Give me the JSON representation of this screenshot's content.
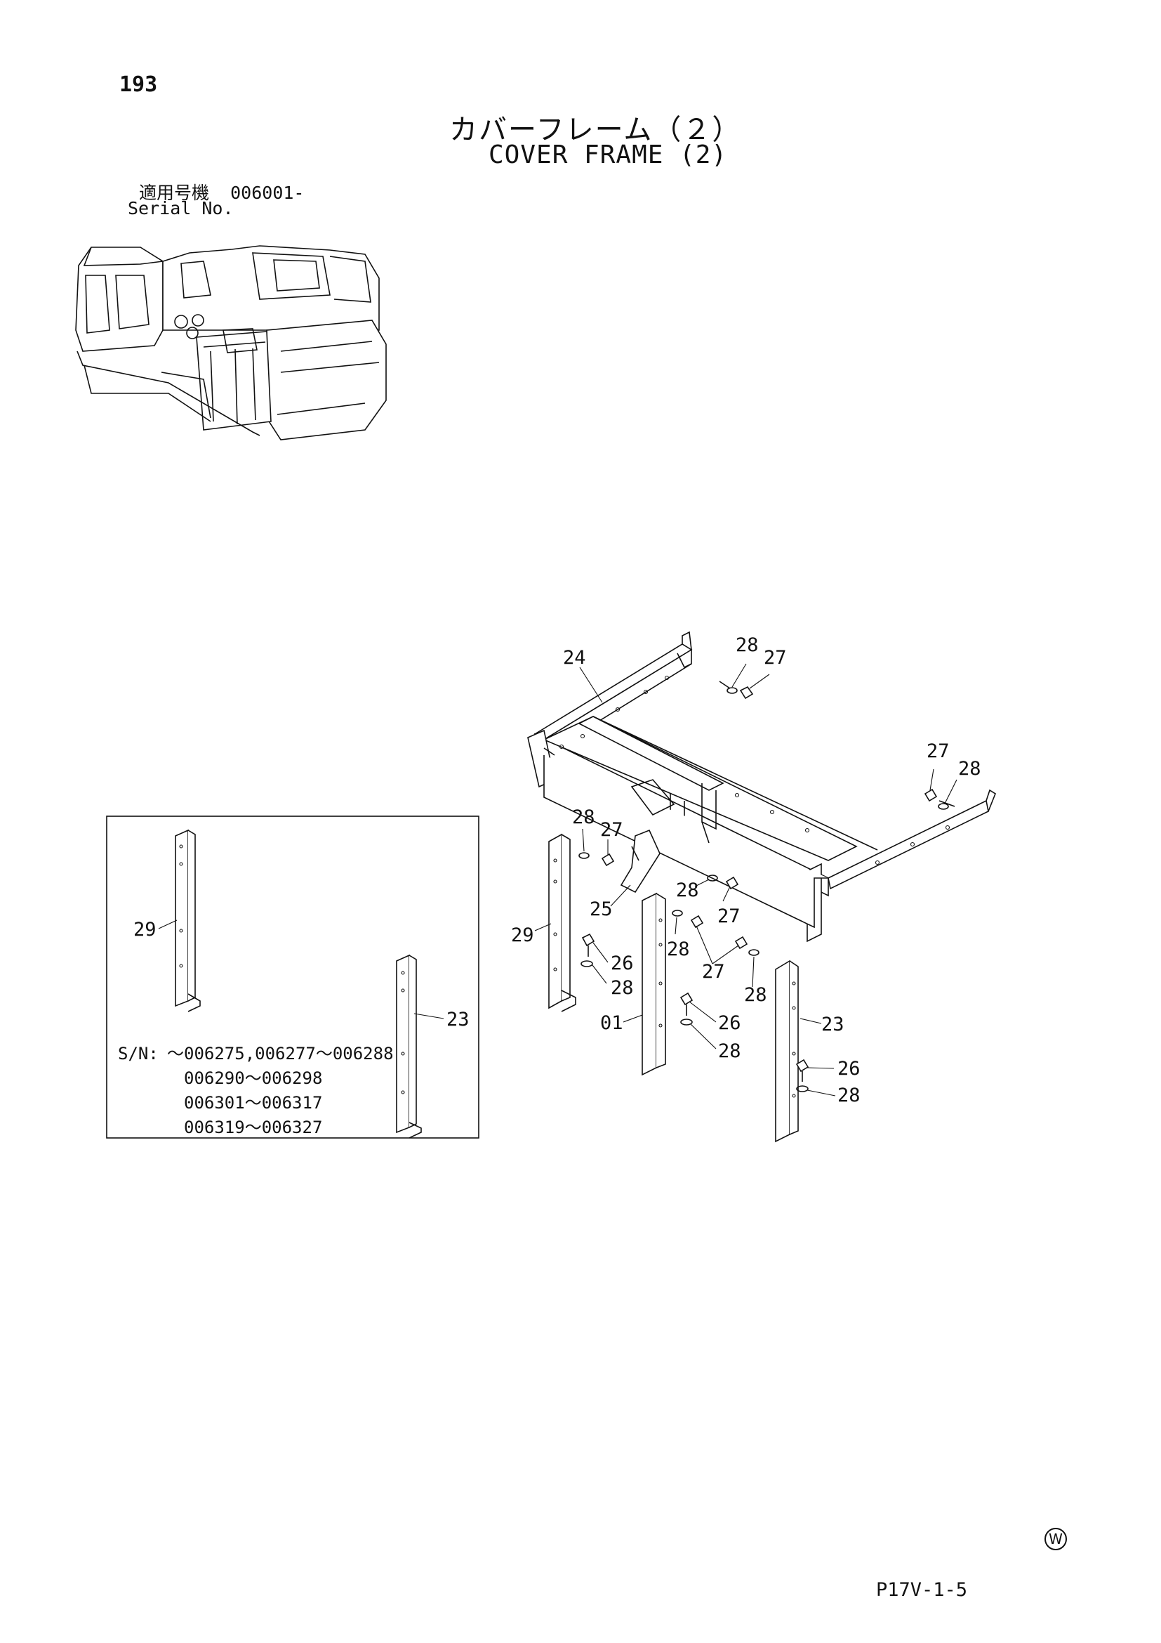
{
  "page_number": "193",
  "title_jp": "カバーフレーム（２）",
  "title_en": "COVER FRAME (2)",
  "serial_label_jp": "適用号機",
  "serial_value": "006001-",
  "serial_label_en": "Serial No.",
  "callouts": {
    "c24": "24",
    "c28a": "28",
    "c27a": "27",
    "c27b": "27",
    "c28b": "28",
    "c28c": "28",
    "c27c": "27",
    "c25": "25",
    "c28d": "28",
    "c27d": "27",
    "c29": "29",
    "c28e": "28",
    "c27e": "27",
    "c26a": "26",
    "c28f": "28",
    "c28g": "28",
    "c01": "01",
    "c26b": "26",
    "c23": "23",
    "c28h": "28",
    "c26c": "26",
    "c28i": "28"
  },
  "inset": {
    "c29": "29",
    "c23": "23",
    "sn_label": "S/N:",
    "sn_lines": [
      "～006275,006277～006288",
      "006290～006298",
      "006301～006317",
      "006319～006327"
    ]
  },
  "mark": "W",
  "footer_code": "P17V-1-5"
}
